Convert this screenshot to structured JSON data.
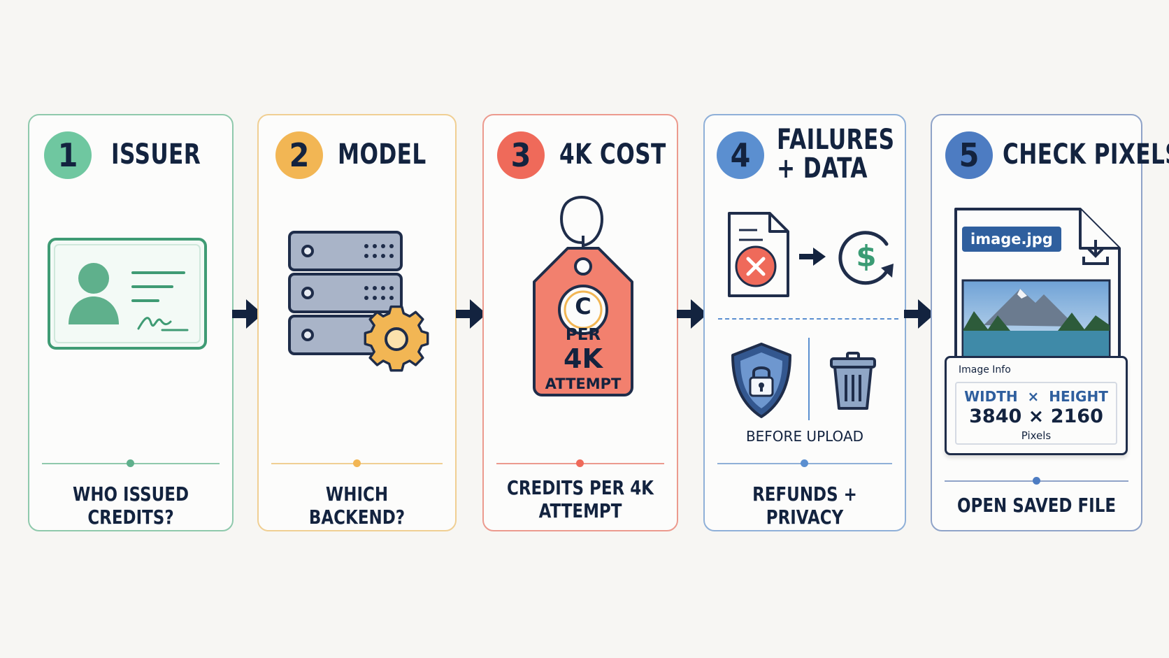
{
  "steps": [
    {
      "number": "1",
      "title": "ISSUER",
      "caption": "WHO ISSUED CREDITS?",
      "color": "#6fc7a0"
    },
    {
      "number": "2",
      "title": "MODEL",
      "caption": "WHICH BACKEND?",
      "color": "#f2b654"
    },
    {
      "number": "3",
      "title": "4K COST",
      "caption_line1": "CREDITS PER 4K",
      "caption_line2": "ATTEMPT",
      "color": "#ef6a5a",
      "tag": {
        "symbol": "C",
        "line1": "PER",
        "line2": "4K",
        "line3": "ATTEMPT"
      }
    },
    {
      "number": "4",
      "title_line1": "FAILURES",
      "title_line2": "+ DATA",
      "caption": "REFUNDS + PRIVACY",
      "color": "#5b8fd0",
      "before_upload": "BEFORE UPLOAD",
      "dollar": "$"
    },
    {
      "number": "5",
      "title": "CHECK PIXELS",
      "caption": "OPEN SAVED FILE",
      "color": "#4d7cc2",
      "file_label": "image.jpg",
      "info_title": "Image Info",
      "info_labels": "WIDTH  ×  HEIGHT",
      "info_values": "3840 × 2160",
      "info_unit": "Pixels"
    }
  ],
  "icons": [
    "id-card-icon",
    "server-gear-icon",
    "price-tag-icon",
    "failed-file-icon",
    "refund-icon",
    "shield-lock-icon",
    "trash-icon",
    "image-file-icon",
    "download-icon"
  ]
}
